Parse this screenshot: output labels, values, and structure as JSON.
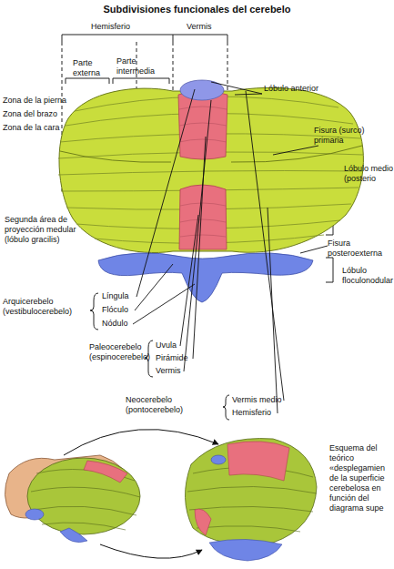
{
  "diagram": {
    "title": "Subdivisiones funcionales del cerebelo",
    "labels": [
      "Hemisferio",
      "Vermis",
      "Parte externa",
      "Parte intermedia",
      "Zona de la pierna",
      "Zona del brazo",
      "Zona de la cara",
      "Lóbulo anterior",
      "Fisura (surco) primaria",
      "Lóbulo medio (posterio",
      "Segunda área de proyección medular (lóbulo gracilis)",
      "Fisura posteroexterna",
      "Lóbulo floculonodular",
      "Arquicerebelo (vestibulocerebelo)",
      "Língula",
      "Flóculo",
      "Nódulo",
      "Paleocerebelo (espinocerebelo)",
      "Uvula",
      "Pirámide",
      "Vermis",
      "Neocerebelo (pontocerebelo)",
      "Vermis medio",
      "Hemisferio",
      "Esquema del teórico «desplegamien de la superficie cerebelosa en función del diagrama supe"
    ]
  }
}
